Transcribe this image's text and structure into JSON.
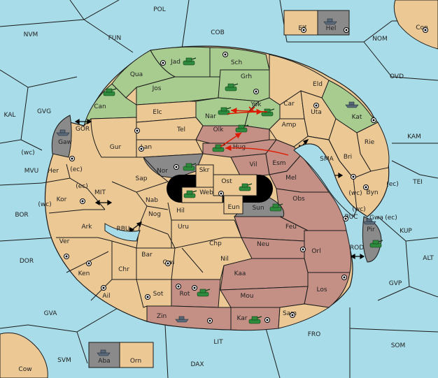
{
  "colors": {
    "sea": "#a8dce8",
    "neutral": "#ecc895",
    "green": "#a8cc90",
    "red": "#c48f84",
    "gray": "#8a8a8a",
    "border": "#1a1a1a",
    "arrow": "#dd1a00",
    "unit_green": "#2e8a3c",
    "unit_gray": "#5b6a7a"
  },
  "sea_regions": {
    "POL": "POL",
    "NVM": "NVM",
    "FUN": "FUN",
    "COB": "COB",
    "NOM": "NOM",
    "Con": "Con",
    "OVD": "OVD",
    "KAL": "KAL",
    "GVG": "GVG",
    "GOR": "GOR",
    "KAM": "KAM",
    "SMA": "SMA",
    "MVU": "MVU",
    "TEI": "TEI",
    "MIT": "MIT",
    "BOR": "BOR",
    "RBU": "RBU",
    "BUC": "BUC",
    "KUP": "KUP",
    "ROD": "ROD",
    "DOR": "DOR",
    "ALT": "ALT",
    "GVP": "GVP",
    "GVA": "GVA",
    "FRO": "FRO",
    "SOM": "SOM",
    "LIT": "LIT",
    "SVM": "SVM",
    "DAX": "DAX",
    "Cow": "Cow"
  },
  "land_regions": {
    "Elf": "Elf",
    "Hel": "Hel",
    "Jad": "Jad",
    "Sch": "Sch",
    "Qua": "Qua",
    "Jos": "Jos",
    "Grh": "Grh",
    "Eld": "Eld",
    "Can": "Can",
    "Kat": "Kat",
    "Elc": "Elc",
    "Nar": "Nar",
    "Yok": "Yok",
    "Car": "Car",
    "Uta": "Uta",
    "Gaw": "Gaw",
    "Olk": "Olk",
    "Amp": "Amp",
    "Tel": "Tel",
    "Gur": "Gur",
    "Lan": "Lan",
    "Hug": "Hug",
    "Rie": "Rie",
    "Bri": "Bri",
    "Vil": "Vil",
    "Esm": "Esm",
    "Her": "Her",
    "Nor": "Nor",
    "Skr": "Skr",
    "Ost": "Ost",
    "Sap": "Sap",
    "Web": "Web",
    "Mel": "Mel",
    "Byn": "Byn",
    "Kor": "Kor",
    "Nab": "Nab",
    "Obs": "Obs",
    "Eun": "Eun",
    "Sun": "Sun",
    "Gwa": "Gwa",
    "Hil": "Hil",
    "Nog": "Nog",
    "Pir": "Pir",
    "Ark": "Ark",
    "Uru": "Uru",
    "Feu": "Feu",
    "Ver": "Ver",
    "Chp": "Chp",
    "Neu": "Neu",
    "Orl": "Orl",
    "Bar": "Bar",
    "Qwi": "Qwi",
    "Nil": "Nil",
    "Ken": "Ken",
    "Chr": "Chr",
    "Kaa": "Kaa",
    "Los": "Los",
    "Rot": "Rot",
    "Ail": "Ail",
    "Sot": "Sot",
    "Mou": "Mou",
    "Zin": "Zin",
    "Kar": "Kar",
    "Sam": "Sam",
    "Aba": "Aba",
    "Orn": "Orn"
  },
  "coast_tags": {
    "her_wc": "(wc)",
    "her_ec": "(ec)",
    "kor_ec": "(ec)",
    "kor_wc": "(wc)",
    "byn_wc": "(wc)",
    "byn_ec": "(ec)",
    "gwa_wc": "(wc)",
    "gwa_ec": "(ec)"
  },
  "units": [
    {
      "type": "army",
      "owner": "green",
      "at": "Jad"
    },
    {
      "type": "army",
      "owner": "green",
      "at": "Can"
    },
    {
      "type": "army",
      "owner": "green",
      "at": "Grh"
    },
    {
      "type": "army",
      "owner": "green",
      "at": "Nar"
    },
    {
      "type": "army",
      "owner": "green",
      "at": "Yok"
    },
    {
      "type": "army",
      "owner": "green",
      "at": "Olk"
    },
    {
      "type": "army",
      "owner": "green",
      "at": "Hug"
    },
    {
      "type": "army",
      "owner": "green",
      "at": "Nor"
    },
    {
      "type": "army",
      "owner": "green",
      "at": "Web"
    },
    {
      "type": "army",
      "owner": "green",
      "at": "Ost"
    },
    {
      "type": "army",
      "owner": "green",
      "at": "Sun"
    },
    {
      "type": "army",
      "owner": "green",
      "at": "Pir"
    },
    {
      "type": "army",
      "owner": "green",
      "at": "Rot"
    },
    {
      "type": "army",
      "owner": "green",
      "at": "Kar"
    },
    {
      "type": "fleet",
      "owner": "gray",
      "at": "Hel"
    },
    {
      "type": "fleet",
      "owner": "gray",
      "at": "Kat"
    },
    {
      "type": "fleet",
      "owner": "gray",
      "at": "Gaw"
    },
    {
      "type": "fleet",
      "owner": "gray",
      "at": "Pir"
    },
    {
      "type": "fleet",
      "owner": "gray",
      "at": "Zin"
    },
    {
      "type": "fleet",
      "owner": "gray",
      "at": "Aba"
    }
  ],
  "orders": [
    {
      "from": "Yok",
      "to": "Nar",
      "kind": "move"
    },
    {
      "from": "Hug",
      "to": "Olk",
      "kind": "support"
    },
    {
      "from": "Esm",
      "to": "Hug",
      "kind": "move"
    },
    {
      "from": "Nar",
      "to": "Yok",
      "kind": "move-cut"
    }
  ],
  "icons": {
    "army": "tank-icon",
    "fleet": "ship-icon",
    "supply_center": "supply-center-icon",
    "strait": "double-arrow-icon"
  }
}
